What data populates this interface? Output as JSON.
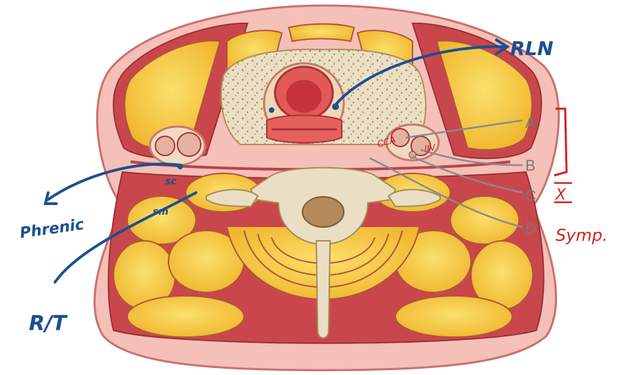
{
  "figure": {
    "structure_labels": [
      "A",
      "B",
      "C",
      "D"
    ],
    "bracket_mark": "X",
    "handwritten": {
      "top_right": "RLN",
      "right": "Symp.",
      "left": "Phrenic",
      "bottom_left": "R/T",
      "sc": "sc",
      "sm": "sm",
      "cca": "CCA",
      "ijv": "IJV"
    }
  },
  "colors": {
    "skin": "#f2b7b0",
    "muscle_outline": "#b8434a",
    "muscle_fill": "#f7cf45",
    "bone": "#e9dcbf",
    "blue_ink": "#1d4f91",
    "red_ink": "#d62020",
    "label_gray": "#7d7d7d"
  }
}
